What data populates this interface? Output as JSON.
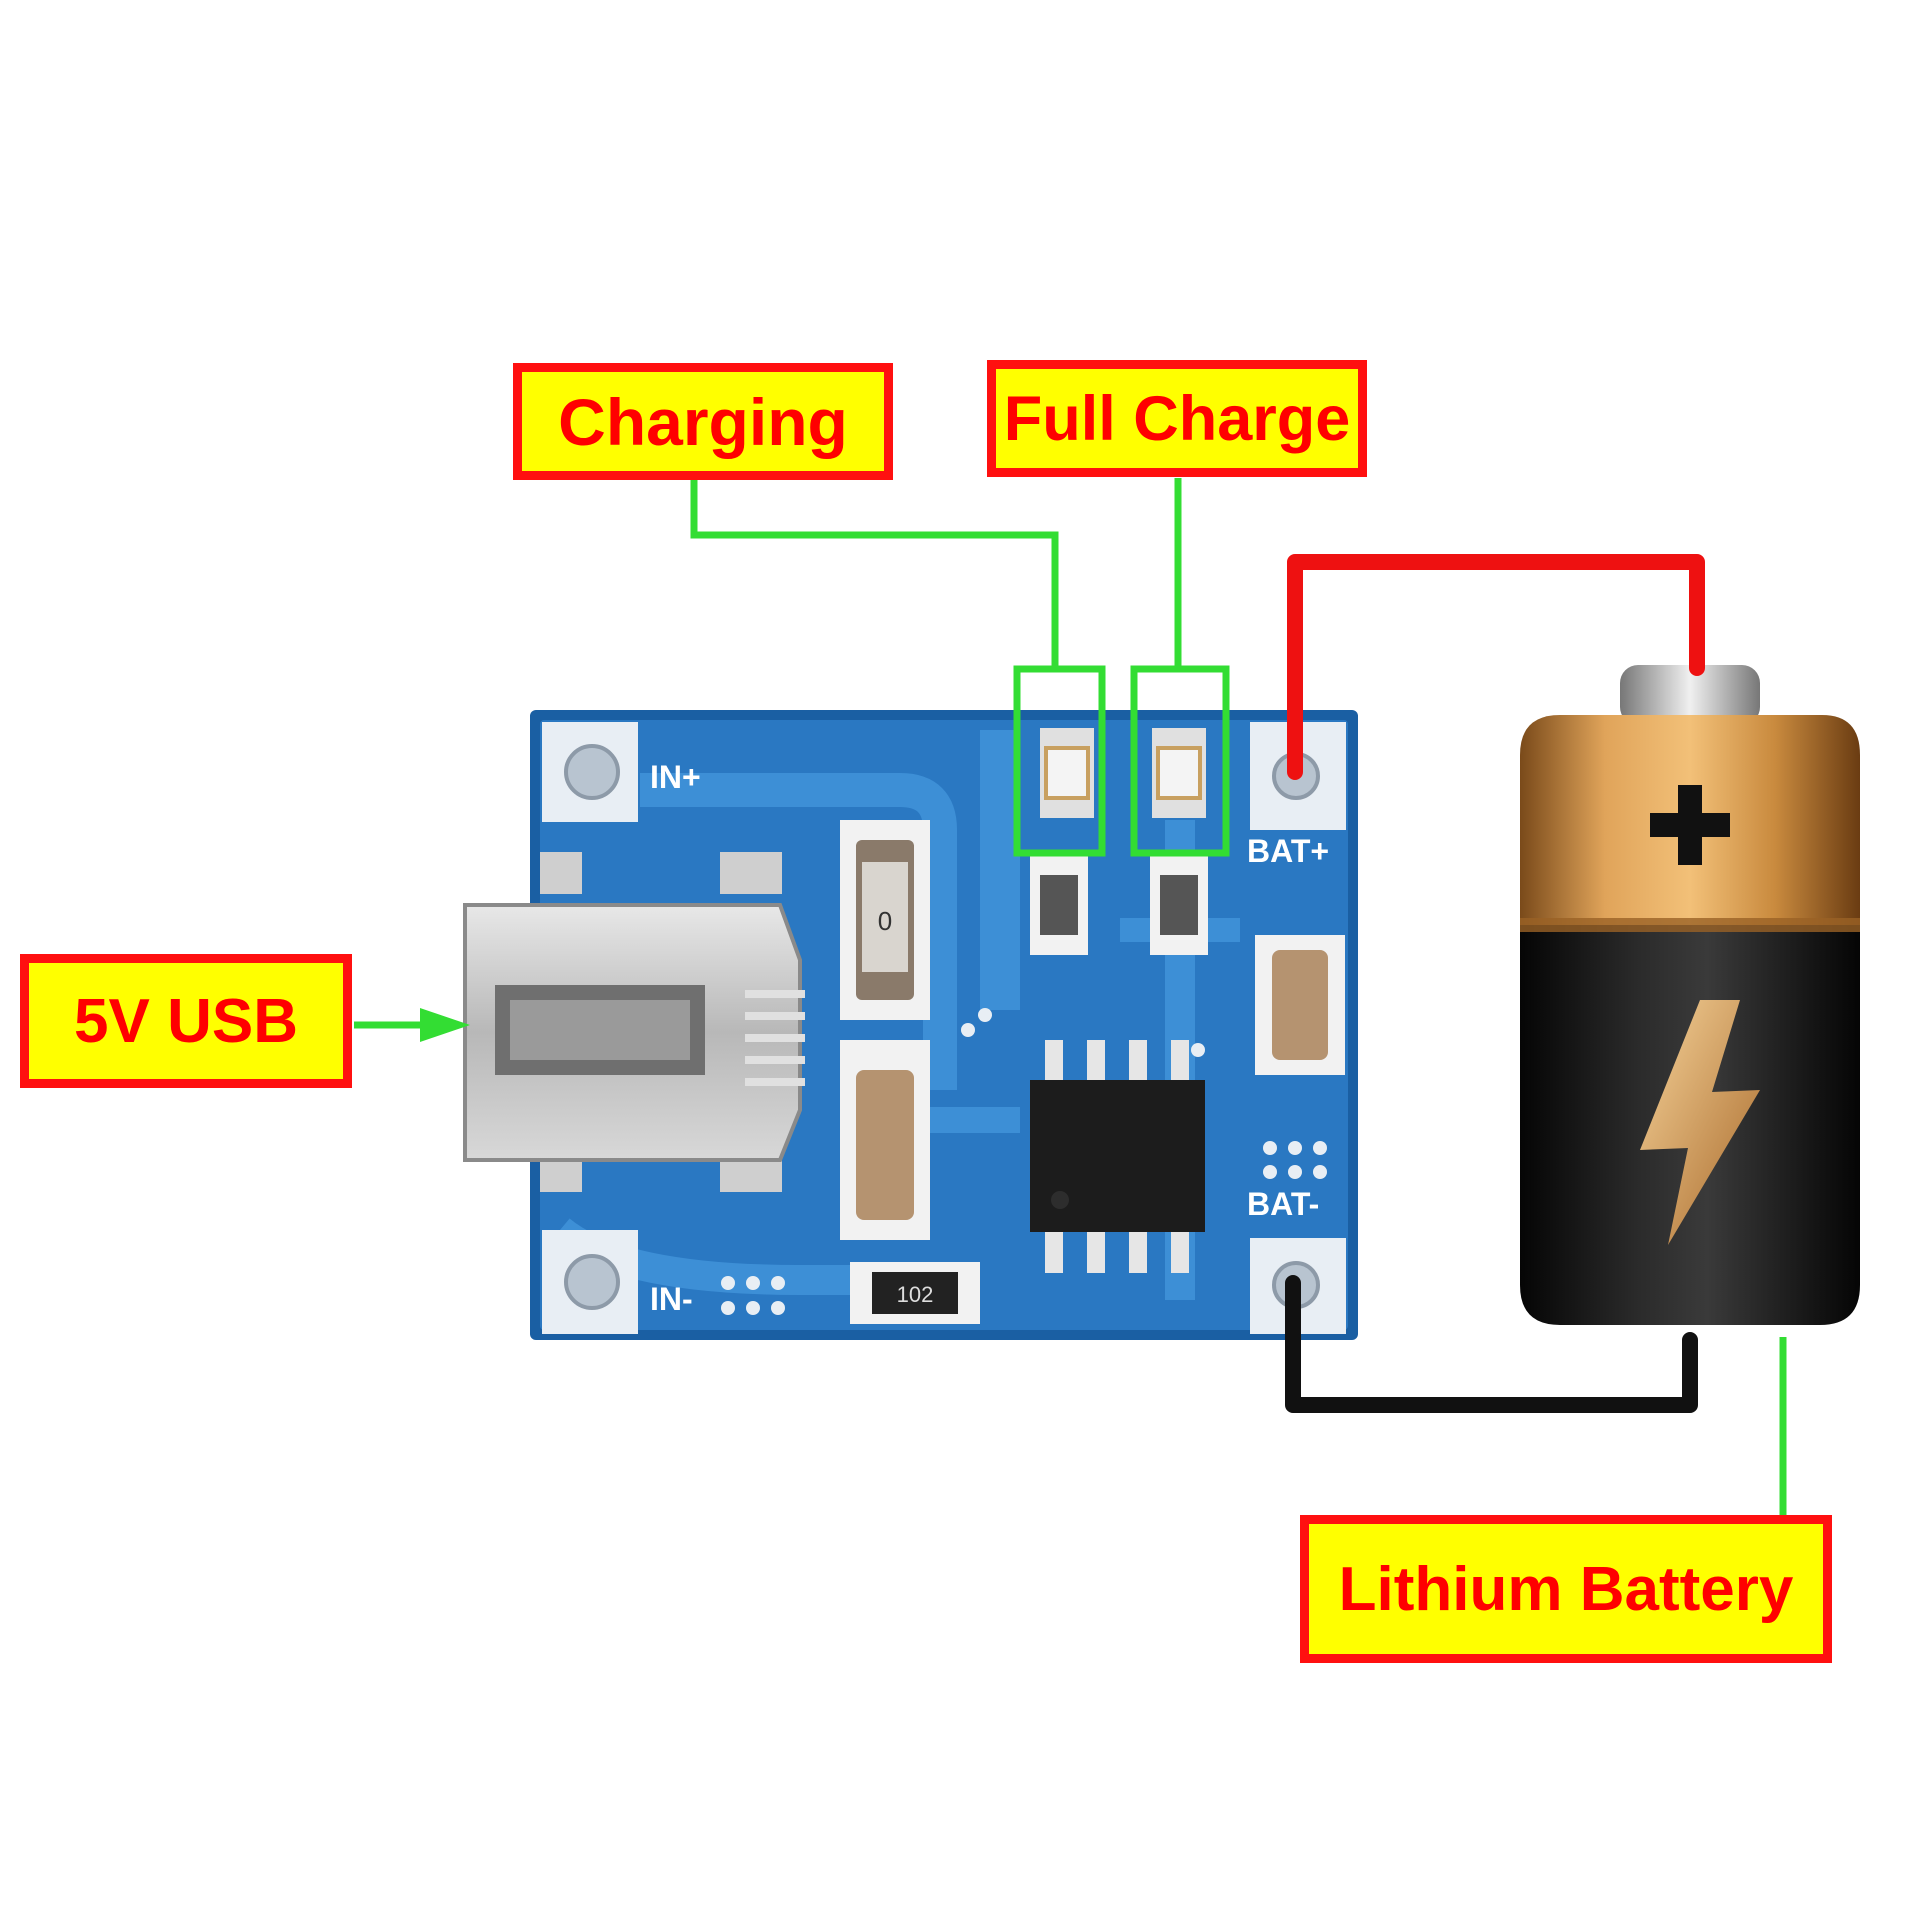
{
  "labels": {
    "charging": "Charging",
    "full_charge": "Full Charge",
    "usb_input": "5V USB",
    "battery": "Lithium Battery"
  },
  "board": {
    "in_plus": "IN+",
    "in_minus": "IN-",
    "bat_plus": "BAT+",
    "bat_minus": "BAT-",
    "resistor_code": "102",
    "cap_code": "0"
  },
  "colors": {
    "label_fill": "#ffff00",
    "label_border": "#ff1010",
    "label_text": "#ff0000",
    "leader_line": "#33dd33",
    "positive_wire": "#ee1111",
    "negative_wire": "#111111",
    "pcb": "#1f6fb5"
  },
  "icons": {
    "battery_plus": "plus-icon",
    "battery_bolt": "lightning-icon"
  }
}
